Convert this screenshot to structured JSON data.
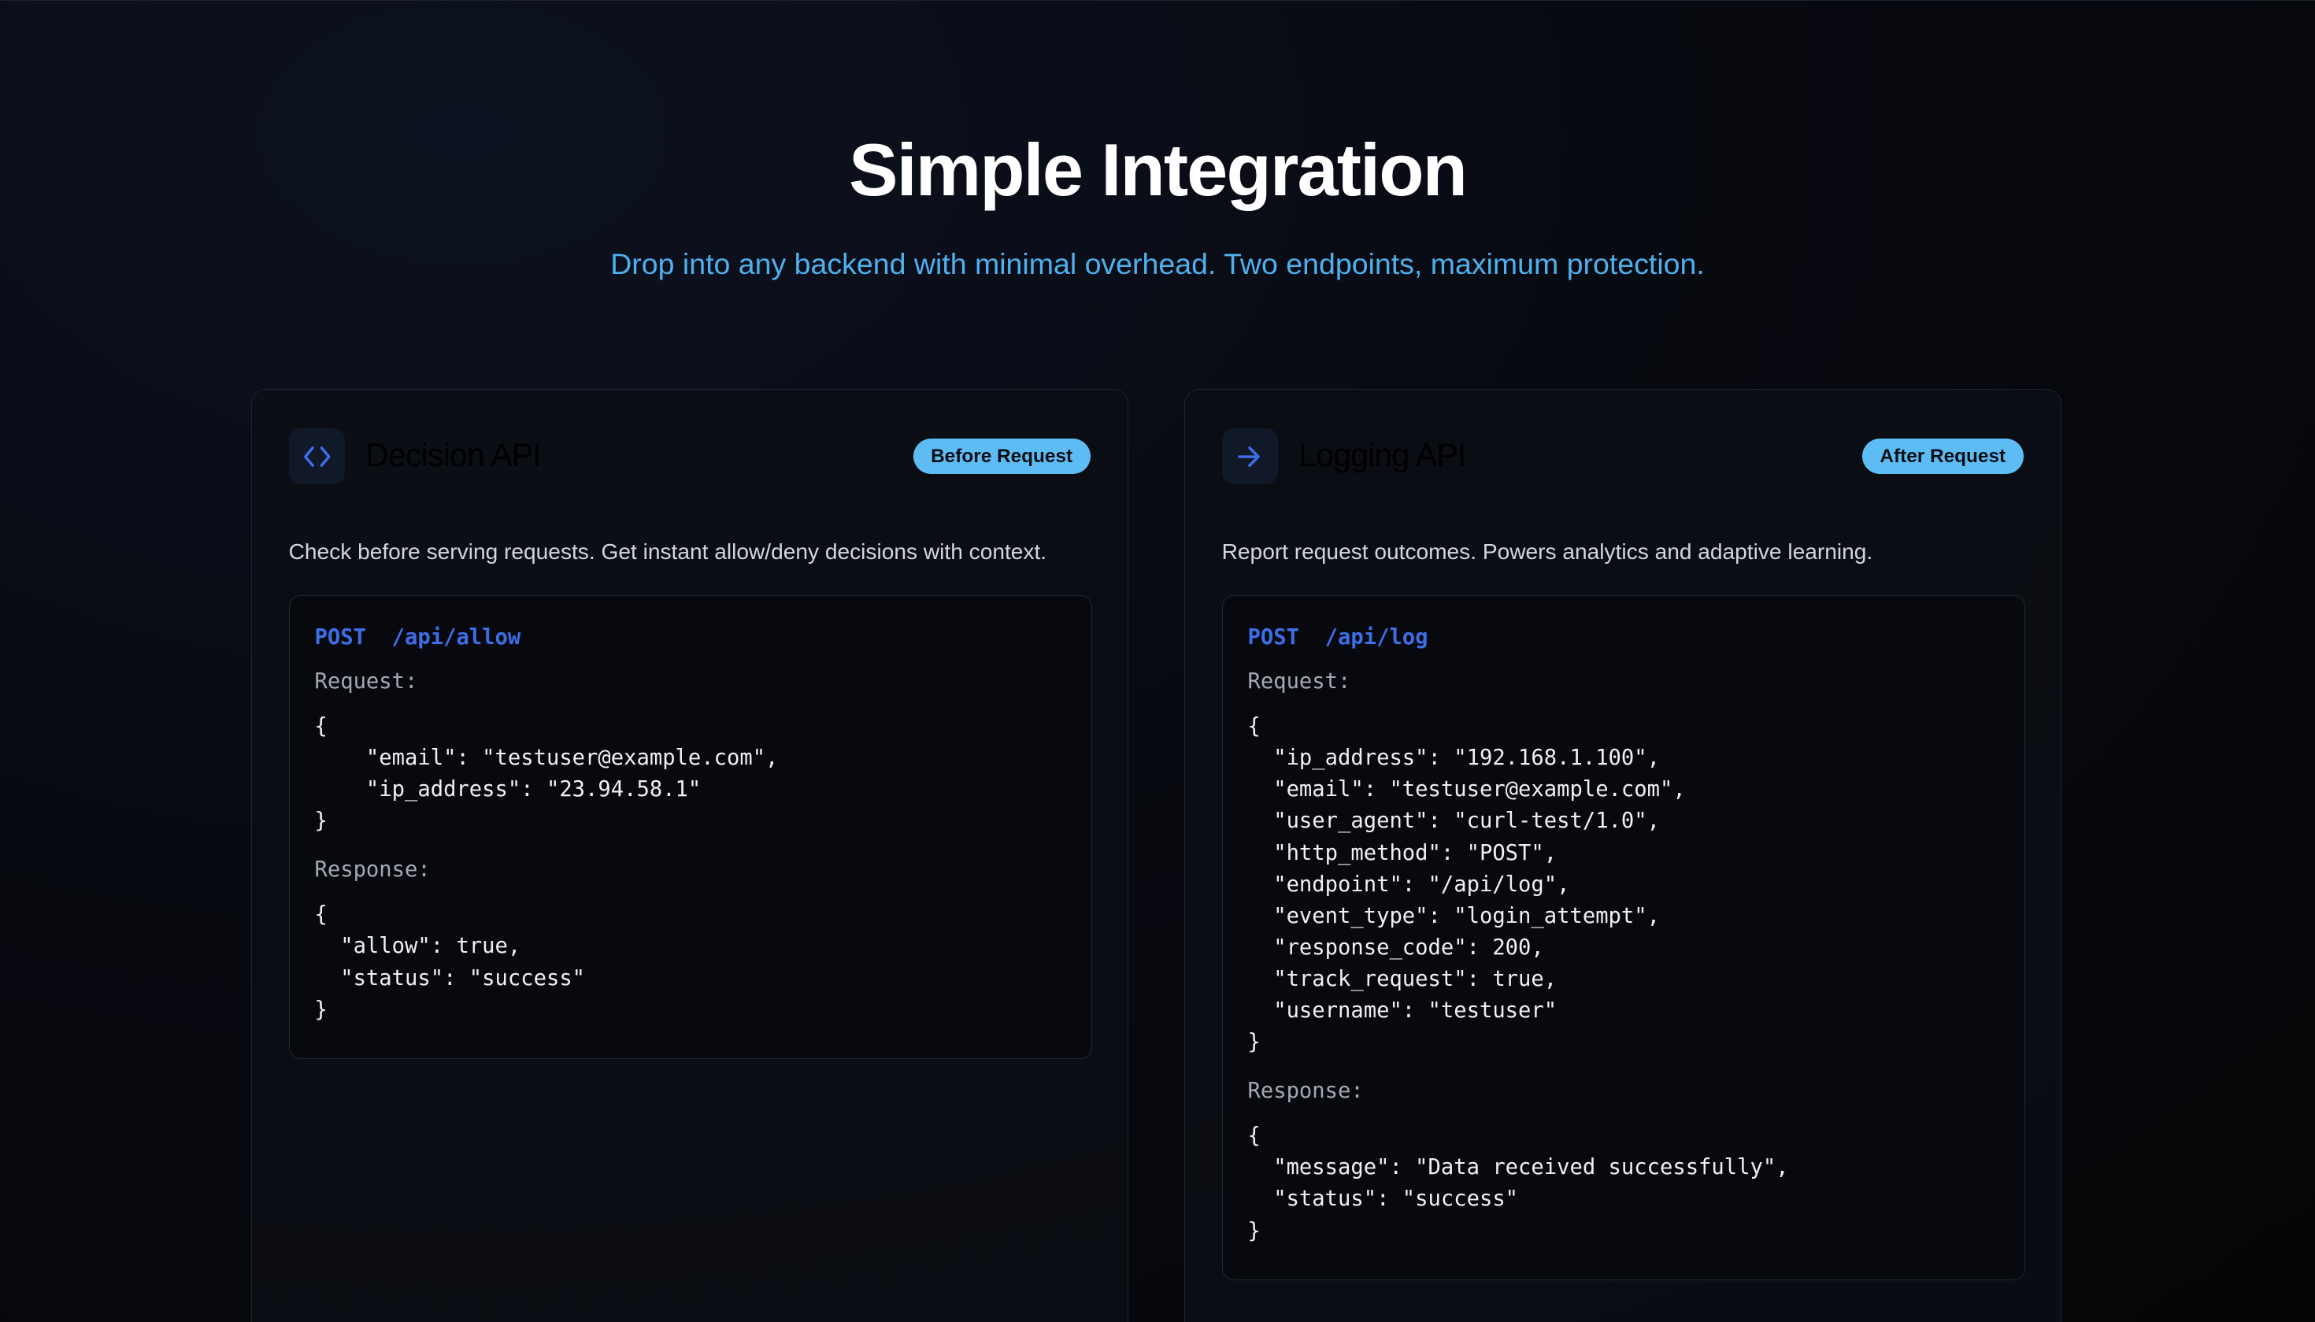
{
  "header": {
    "title": "Simple Integration",
    "subtitle": "Drop into any backend with minimal overhead. Two endpoints, maximum protection."
  },
  "cards": [
    {
      "icon": "code-brackets-icon",
      "title": "Decision API",
      "badge": "Before Request",
      "description": "Check before serving requests. Get instant allow/deny decisions with context.",
      "endpoint": "POST  /api/allow",
      "request_label": "Request:",
      "request_body": "{\n    \"email\": \"testuser@example.com\",\n    \"ip_address\": \"23.94.58.1\"\n}",
      "response_label": "Response:",
      "response_body": "{\n  \"allow\": true,\n  \"status\": \"success\"\n}"
    },
    {
      "icon": "arrow-right-icon",
      "title": "Logging API",
      "badge": "After Request",
      "description": "Report request outcomes. Powers analytics and adaptive learning.",
      "endpoint": "POST  /api/log",
      "request_label": "Request:",
      "request_body": "{\n  \"ip_address\": \"192.168.1.100\",\n  \"email\": \"testuser@example.com\",\n  \"user_agent\": \"curl-test/1.0\",\n  \"http_method\": \"POST\",\n  \"endpoint\": \"/api/log\",\n  \"event_type\": \"login_attempt\",\n  \"response_code\": 200,\n  \"track_request\": true,\n  \"username\": \"testuser\"\n}",
      "response_label": "Response:",
      "response_body": "{\n  \"message\": \"Data received successfully\",\n  \"status\": \"success\"\n}"
    }
  ],
  "colors": {
    "accent": "#3d6ee8",
    "badge": "#5ebcf5",
    "subtitle": "#4fb0ee"
  }
}
